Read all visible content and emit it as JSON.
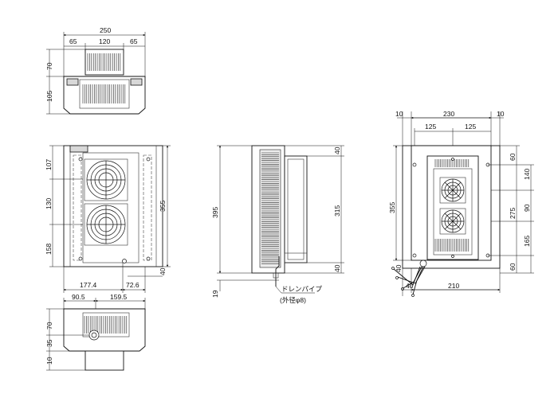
{
  "top_view": {
    "dims": {
      "width": "250",
      "left": "65",
      "center": "120",
      "right": "65",
      "height_top": "70",
      "height_body": "105"
    }
  },
  "front_view": {
    "dims": {
      "d1": "107",
      "d2": "130",
      "d3": "158",
      "height": "355",
      "bottom": "40",
      "left_offset": "177.4",
      "right_offset": "72.6"
    }
  },
  "bottom_view": {
    "dims": {
      "left": "90.5",
      "right": "159.5",
      "h1": "70",
      "h2": "35",
      "h3": "10"
    }
  },
  "side_view": {
    "dims": {
      "total": "395",
      "middle": "315",
      "top": "40",
      "bottom": "40",
      "foot": "19"
    },
    "callout_line1": "ドレンパイプ",
    "callout_line2": "(外径φ8)"
  },
  "mount_view": {
    "dims": {
      "left_margin": "10",
      "width": "230",
      "right_margin": "10",
      "half_left": "125",
      "half_right": "125",
      "height": "355",
      "r60_top": "60",
      "r140": "140",
      "r275": "275",
      "r90": "90",
      "r165": "165",
      "r60_bot": "60",
      "bottom_left": "40",
      "bottom_left2": "40",
      "bottom_width": "210"
    }
  }
}
